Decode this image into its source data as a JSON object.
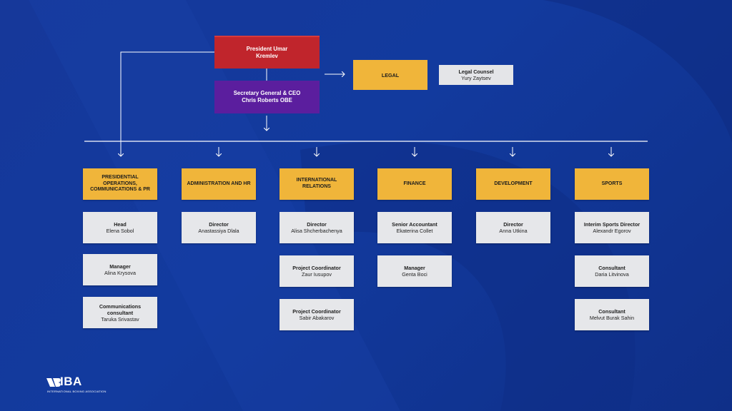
{
  "president": {
    "title": "President Umar",
    "name": "Kremlev"
  },
  "ceo": {
    "title": "Secretary General & CEO",
    "name": "Chris Roberts OBE"
  },
  "legal": {
    "label": "LEGAL",
    "counsel_role": "Legal Counsel",
    "counsel_name": "Yury Zaytsev"
  },
  "departments": [
    {
      "label": "PRESIDENTIAL OPERATIONS, COMMUNICATIONS & PR",
      "staff": [
        {
          "role": "Head",
          "name": "Elena Sobol"
        },
        {
          "role": "Manager",
          "name": "Alina Krysova"
        },
        {
          "role": "Communications consultant",
          "name": "Taruka Srivastav"
        }
      ]
    },
    {
      "label": "ADMINISTRATION AND HR",
      "staff": [
        {
          "role": "Director",
          "name": "Anastassiya Dlala"
        }
      ]
    },
    {
      "label": "INTERNATIONAL RELATIONS",
      "staff": [
        {
          "role": "Director",
          "name": "Alisa Shcherbachenya"
        },
        {
          "role": "Project Coordinator",
          "name": "Zaur Iusupov"
        },
        {
          "role": "Project Coordinator",
          "name": "Sabir Abakarov"
        }
      ]
    },
    {
      "label": "FINANCE",
      "staff": [
        {
          "role": "Senior Accountant",
          "name": "Ekaterina Collet"
        },
        {
          "role": "Manager",
          "name": "Genta Boci"
        }
      ]
    },
    {
      "label": "DEVELOPMENT",
      "staff": [
        {
          "role": "Director",
          "name": "Anna Utkina"
        }
      ]
    },
    {
      "label": "SPORTS",
      "staff": [
        {
          "role": "Interim Sports Director",
          "name": "Alexandr Egorov"
        },
        {
          "role": "Consultant",
          "name": "Daria Litvinova"
        },
        {
          "role": "Consultant",
          "name": "Melvut Burak Sahin"
        }
      ]
    }
  ],
  "logo": {
    "mark": "IBA",
    "subtitle": "INTERNATIONAL BOXING ASSOCIATION"
  },
  "colors": {
    "background": "#123a9e",
    "president": "#c0252c",
    "ceo": "#5b1e9e",
    "department": "#f0b53a",
    "staff": "#e6e7ea",
    "line": "#ffffff"
  }
}
